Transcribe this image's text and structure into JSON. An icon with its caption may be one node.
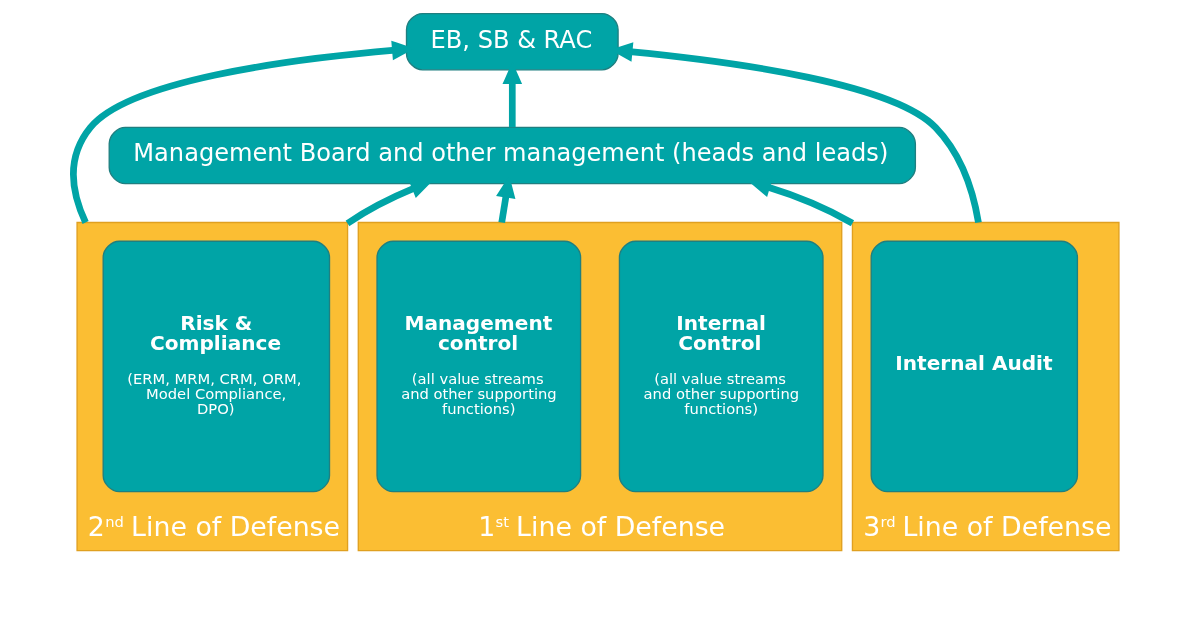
{
  "diagram": {
    "nodes": [
      {
        "text": [
          "EB, SB & RAC"
        ]
      },
      {
        "text": [
          "Management Board and other management (heads and leads)"
        ]
      },
      {
        "text": [
          "1$^{st}$ Line of Defense"
        ]
      },
      {
        "text": [
          "Management control",
          "(all value streams and other supporting functions)"
        ],
        "in": 2
      },
      {
        "text": [
          "Internal Control",
          "(all value streams and other supporting functions)"
        ],
        "in": 2
      },
      {
        "text": [
          "2$^{nd}$ Line of Defense"
        ]
      },
      {
        "text": [
          "Risk & Compliance",
          "(ERM, MRM, CRM, ORM, Model Compliance, DPO)"
        ],
        "in": 5
      },
      {
        "text": [
          "3$^{rd}$ Line of Defense"
        ]
      },
      {
        "text": [
          "Internal Audit"
        ],
        "in": 7
      }
    ],
    "edges": [
      {
        "from": 1,
        "to": 0,
        "arrow": "to"
      },
      {
        "from": 2,
        "to": 1,
        "arrow": "to"
      },
      {
        "from": 5,
        "to": 1,
        "arrow": "to"
      },
      {
        "from": 5,
        "to": 0,
        "arrow": "to"
      },
      {
        "from": 7,
        "to": 1,
        "arrow": "to"
      },
      {
        "from": 7,
        "to": 0,
        "arrow": "to"
      }
    ]
  }
}
